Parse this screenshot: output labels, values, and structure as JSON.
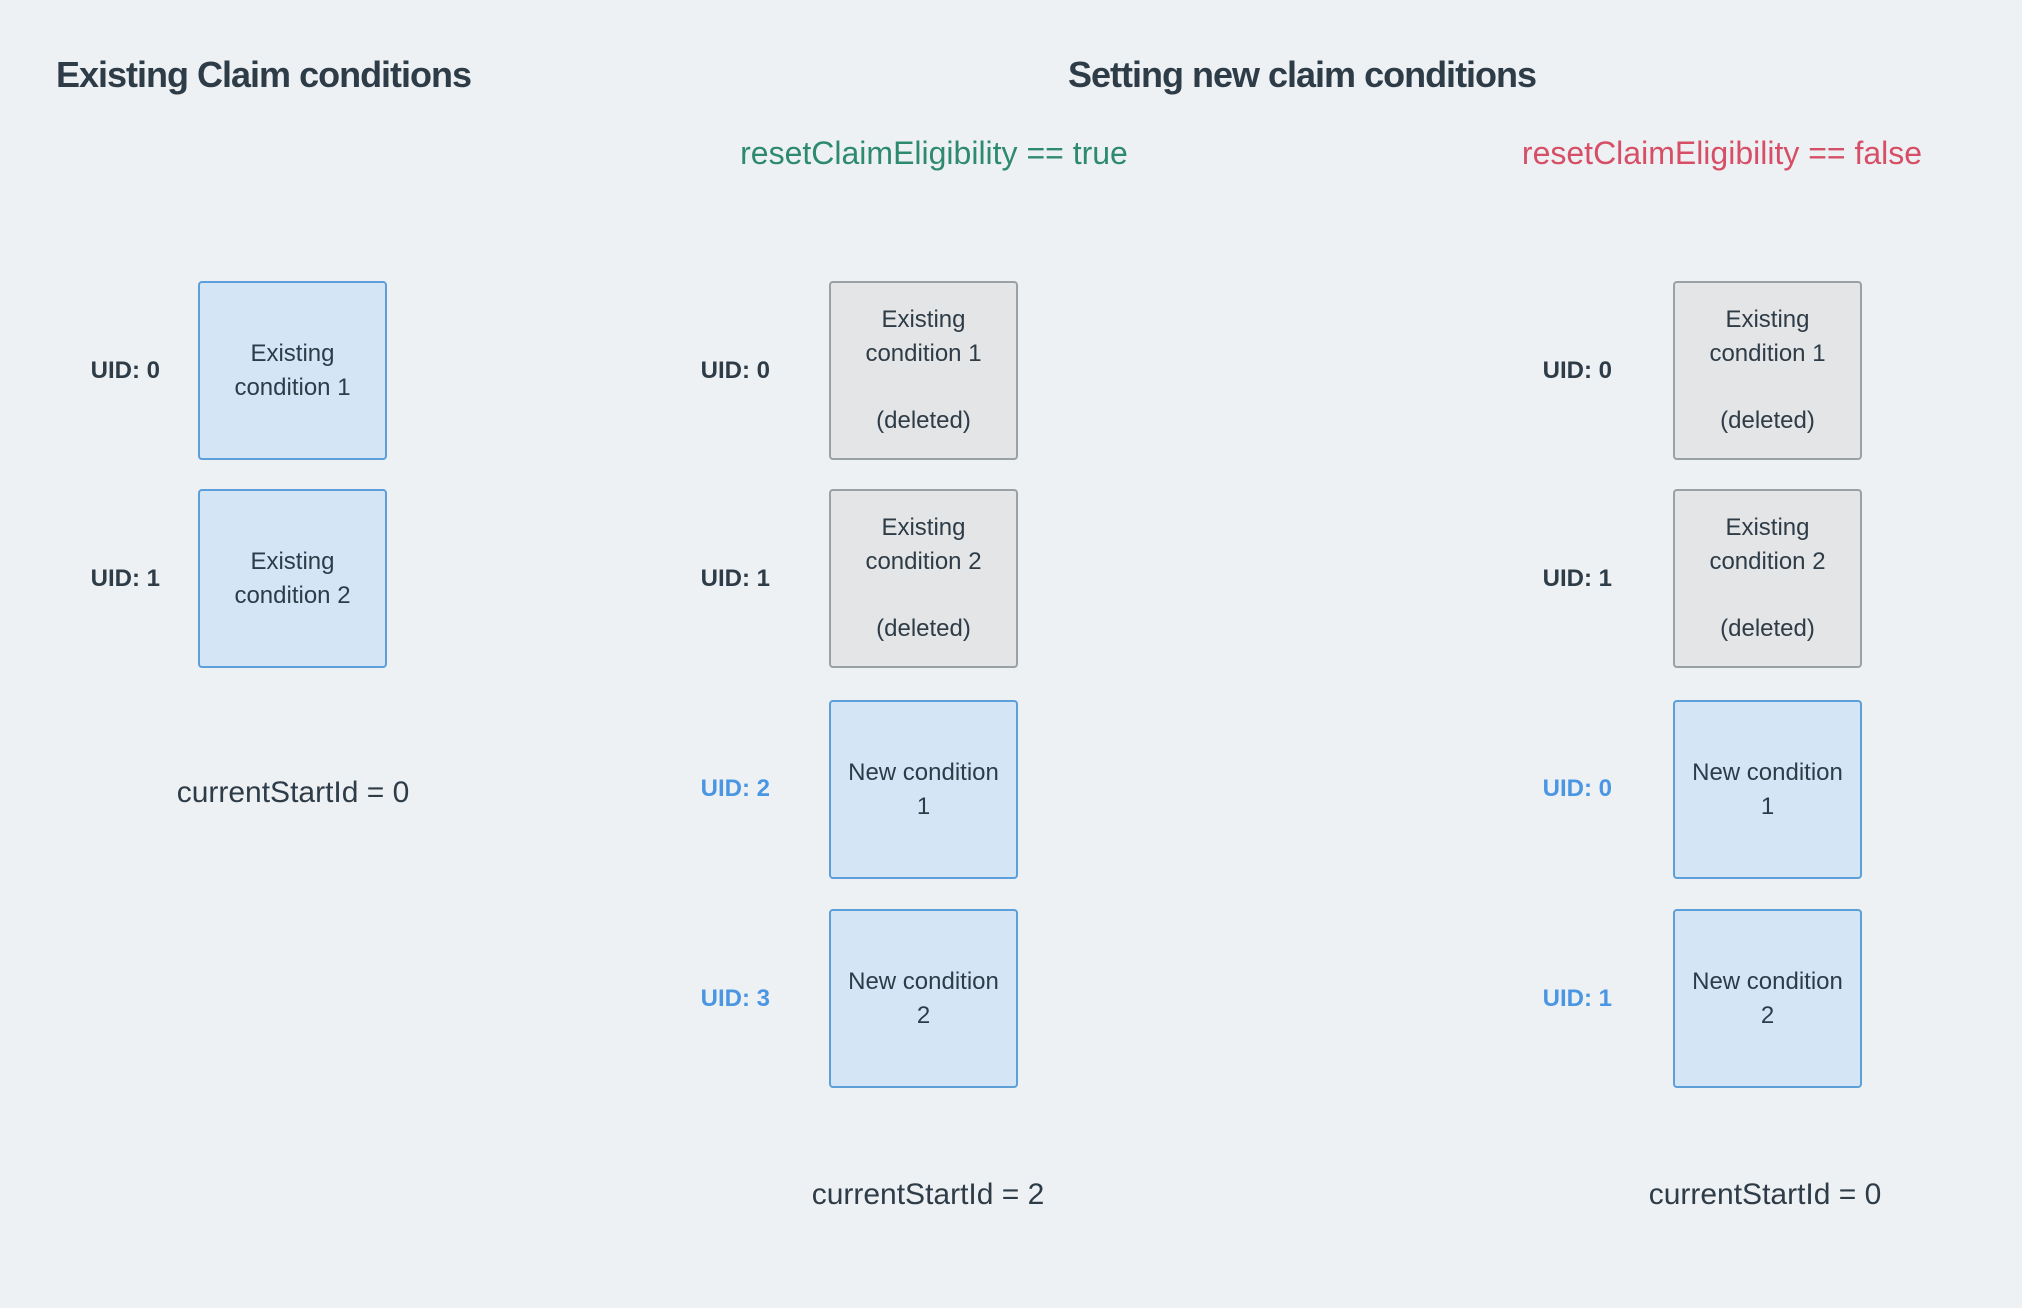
{
  "page": {
    "background_color": "#eef1f4",
    "title_left": "Existing Claim conditions",
    "title_right": "Setting new claim conditions"
  },
  "colors": {
    "text_dark": "#2e3c48",
    "branch_true_green": "#2e8a6e",
    "branch_false_red": "#d64f66",
    "new_uid_blue": "#4a96e3",
    "condition_box_fill_blue": "#d4e5f6",
    "condition_box_border_blue": "#5c9fd9",
    "deleted_box_fill_gray": "#e3e5e6",
    "deleted_box_border_gray": "#9aa1a5"
  },
  "columns": [
    {
      "id": "existing-claim-conditions",
      "footer": "currentStartId = 0",
      "conditions": [
        {
          "uid": "UID: 0",
          "label": "Existing condition 1",
          "status": ""
        },
        {
          "uid": "UID: 1",
          "label": "Existing condition 2",
          "status": ""
        }
      ]
    },
    {
      "id": "reset-claim-eligibility-true",
      "branch_label": "resetClaimEligibility == true",
      "footer": "currentStartId = 2",
      "conditions": [
        {
          "uid": "UID: 0",
          "label": "Existing condition 1",
          "status": "(deleted)"
        },
        {
          "uid": "UID: 1",
          "label": "Existing condition 2",
          "status": "(deleted)"
        },
        {
          "uid": "UID: 2",
          "label": "New condition 1",
          "status": ""
        },
        {
          "uid": "UID: 3",
          "label": "New condition 2",
          "status": ""
        }
      ]
    },
    {
      "id": "reset-claim-eligibility-false",
      "branch_label": "resetClaimEligibility == false",
      "footer": "currentStartId = 0",
      "conditions": [
        {
          "uid": "UID: 0",
          "label": "Existing condition 1",
          "status": "(deleted)"
        },
        {
          "uid": "UID: 1",
          "label": "Existing condition 2",
          "status": "(deleted)"
        },
        {
          "uid": "UID: 0",
          "label": "New condition 1",
          "status": ""
        },
        {
          "uid": "UID: 1",
          "label": "New condition 2",
          "status": ""
        }
      ]
    }
  ]
}
